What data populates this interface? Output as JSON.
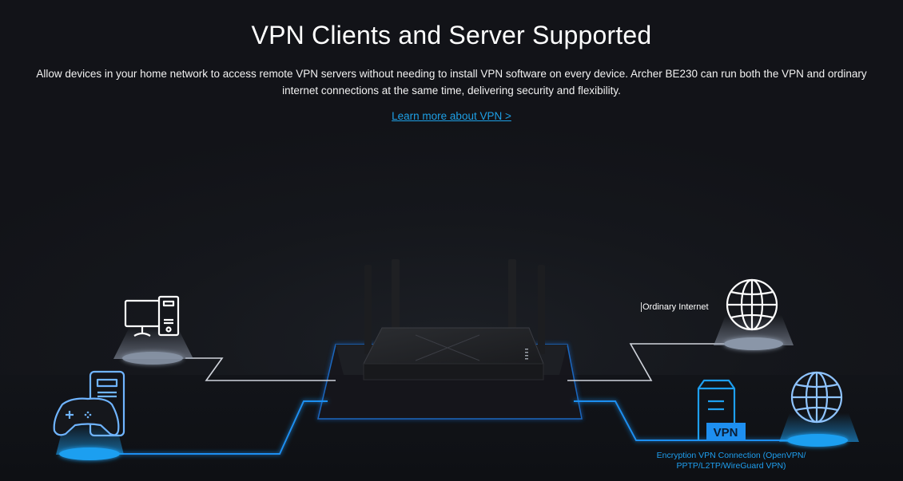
{
  "header": {
    "title": "VPN Clients and Server Supported",
    "description": "Allow devices in your home network to access remote VPN servers without needing to install VPN software on every device. Archer BE230 can run both the VPN and ordinary internet connections at the same time, delivering security and flexibility.",
    "learn_more_link": "Learn more about VPN >"
  },
  "diagram": {
    "ordinary_label": "Ordinary Internet",
    "vpn_label": "Encryption VPN Connection (OpenVPN/ PPTP/L2TP/WireGuard VPN)",
    "vpn_badge": "VPN",
    "devices": [
      "desktop-computer",
      "game-console",
      "router",
      "globe-ordinary",
      "vpn-server",
      "globe-vpn"
    ],
    "colors": {
      "accent_blue": "#1e9ff0",
      "ordinary_line": "#c8ccd4",
      "icon_white": "#ffffff",
      "icon_blue": "#6fb4ff"
    }
  }
}
